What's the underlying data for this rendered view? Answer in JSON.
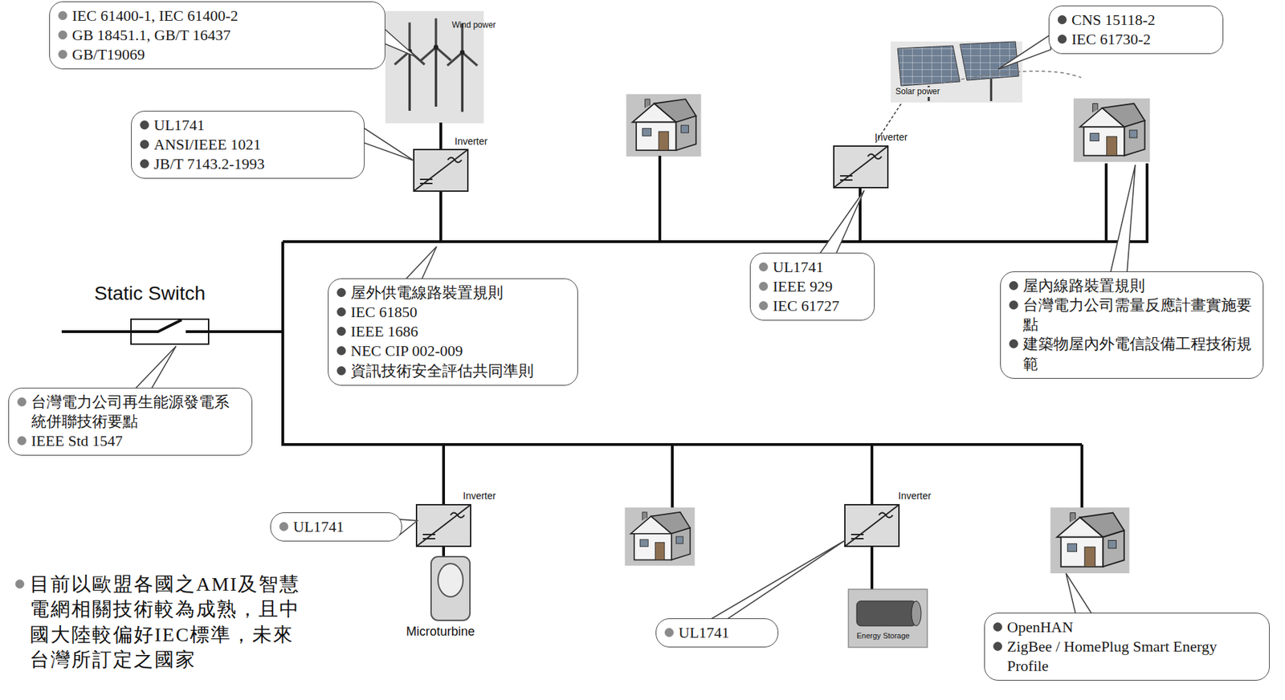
{
  "diagram": {
    "nodes": [
      {
        "text": [
          "IEC 61400-1, IEC 61400-2",
          "GB 18451.1, GB/T 16437",
          "GB/T19069"
        ]
      },
      {
        "text": [
          "UL1741",
          "ANSI/IEEE 1021",
          "JB/T 7143.2-1993"
        ]
      },
      {
        "text": [
          "CNS 15118-2",
          "IEC 61730-2"
        ]
      },
      {
        "text": [
          "屋外供電線路裝置規則",
          "IEC 61850",
          "IEEE 1686",
          "NEC CIP 002-009",
          "資訊技術安全評估共同準則"
        ]
      },
      {
        "text": [
          "UL1741",
          "IEEE 929",
          "IEC 61727"
        ]
      },
      {
        "text": [
          "屋內線路裝置規則",
          "台灣電力公司需量反應計畫實施要點",
          "建築物屋內外電信設備工程技術規範"
        ]
      },
      {
        "text": [
          "台灣電力公司再生能源發電系統併聯技術要點",
          "IEEE Std 1547"
        ]
      },
      {
        "text": [
          "UL1741"
        ]
      },
      {
        "text": [
          "UL1741"
        ]
      },
      {
        "text": [
          "OpenHAN",
          "ZigBee / HomePlug Smart Energy Profile"
        ]
      }
    ],
    "labels": [
      "Wind power",
      "Solar power",
      "Inverter",
      "Inverter",
      "Inverter",
      "Inverter",
      "Static Switch",
      "Microturbine",
      "Energy Storage",
      "目前以歐盟各國之AMI及智慧電網相關技術較為成熟，且中國大陸較偏好IEC標準，未來台灣所訂定之國家"
    ]
  }
}
